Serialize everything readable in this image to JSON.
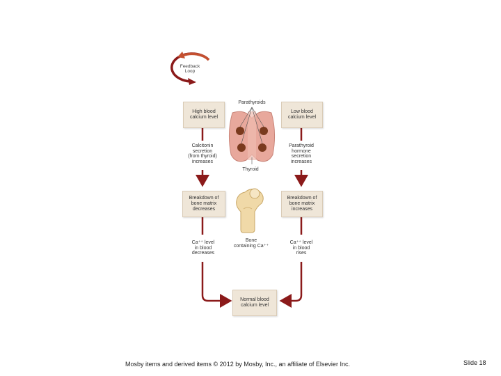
{
  "feedback_badge": "Feedback\nLoop",
  "boxes": {
    "high_calcium": "High blood\ncalcium level",
    "low_calcium": "Low blood\ncalcium level",
    "breakdown_decreases": "Breakdown of\nbone matrix\ndecreases",
    "breakdown_increases": "Breakdown of\nbone matrix\nincreases",
    "normal_calcium": "Normal blood\ncalcium level"
  },
  "labels": {
    "parathyroids": "Parathyroids",
    "thyroid": "Thyroid",
    "calcitonin": "Calcitonin\nsecretion\n(from thyroid)\nincreases",
    "pth": "Parathyroid\nhormone\nsecretion\nincreases",
    "bone": "Bone\ncontaining Ca⁺⁺",
    "ca_decreases": "Ca⁺⁺ level\nin blood\ndecreases",
    "ca_rises": "Ca⁺⁺ level\nin blood\nrises"
  },
  "footer": {
    "copyright": "Mosby items and derived items © 2012 by Mosby, Inc., an affiliate of Elsevier Inc.",
    "slide": "Slide 18"
  },
  "colors": {
    "arrow": "#8b1a1a",
    "box_fill": "#efe6d8",
    "gland": "#e8a89c",
    "parathyroid_nodule": "#7a3a1e",
    "bone": "#f0d9a8"
  },
  "icons": [
    "feedback-loop-icon",
    "thyroid-gland-illustration",
    "femur-bone-illustration"
  ]
}
